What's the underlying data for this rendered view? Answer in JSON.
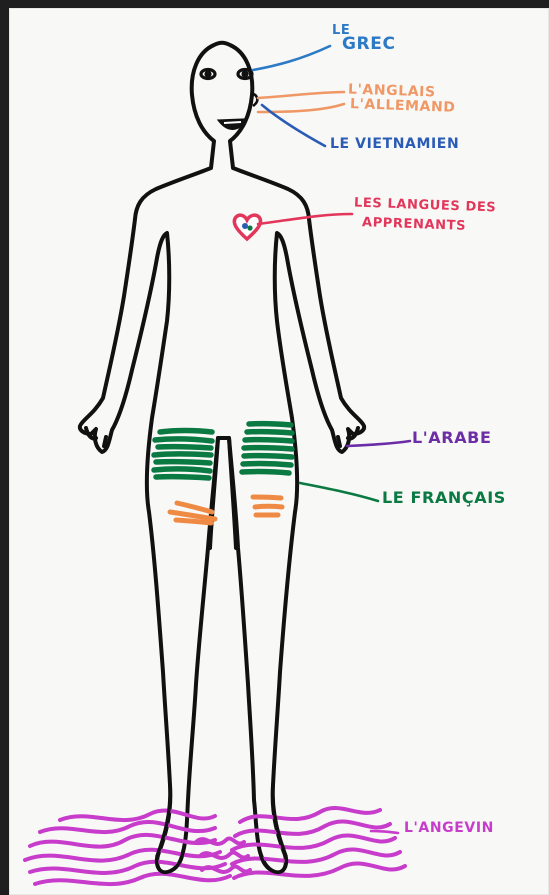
{
  "labels": {
    "grec_line1": "LE",
    "grec_line2": "GREC",
    "anglais": "L'ANGLAIS",
    "allemand": "L'ALLEMAND",
    "vietnamien": "LE VIETNAMIEN",
    "langues_line1": "LES LANGUES DES",
    "langues_line2": "APPRENANTS",
    "arabe": "L'ARABE",
    "francais": "LE FRANÇAIS",
    "angevin": "L'ANGEVIN"
  },
  "colors": {
    "grec": "#2c7ac5",
    "anglais_allemand": "#ef9865",
    "vietnamien": "#2a5bb5",
    "langues_apprenants": "#e2365a",
    "arabe": "#6c2ea6",
    "francais": "#0a7a42",
    "angevin": "#c73ccb",
    "outline": "#111111"
  }
}
